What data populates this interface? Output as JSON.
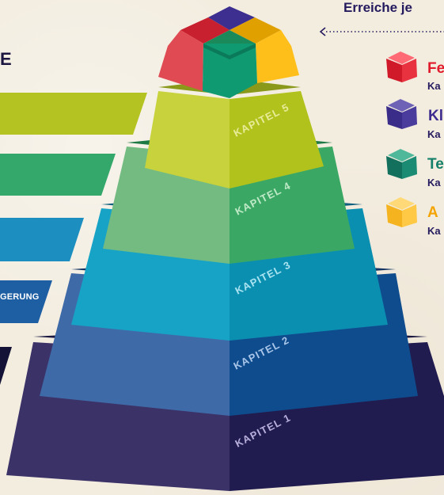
{
  "header": {
    "partial_title": "E",
    "goal_title": "Erreiche je"
  },
  "side_bars": [
    {
      "label": "",
      "color": "#b5c322"
    },
    {
      "label": "",
      "color": "#34a86a"
    },
    {
      "label": "",
      "color": "#1c8fc0"
    },
    {
      "label": "GERUNG",
      "color": "#1e5ea3"
    },
    {
      "label": "",
      "color": "#141236"
    }
  ],
  "pyramid": {
    "levels": [
      {
        "label": "KAPITEL 5"
      },
      {
        "label": "KAPITEL 4"
      },
      {
        "label": "KAPITEL 3"
      },
      {
        "label": "KAPITEL 2"
      },
      {
        "label": "KAPITEL 1"
      }
    ],
    "cap_colors": [
      "#e03040",
      "#3c2f8f",
      "#1f8a6a",
      "#f4b400"
    ]
  },
  "legend": [
    {
      "title": "Fe",
      "subtitle": "Ka",
      "color": "#e21b2c",
      "icon": "red-cube-icon"
    },
    {
      "title": "Kl",
      "subtitle": "Ka",
      "color": "#3e2b8f",
      "icon": "purple-cube-icon"
    },
    {
      "title": "Te",
      "subtitle": "Ka",
      "color": "#14806a",
      "icon": "teal-cube-icon"
    },
    {
      "title": "A",
      "subtitle": "Ka",
      "color": "#f4a400",
      "icon": "yellow-cube-icon"
    }
  ]
}
